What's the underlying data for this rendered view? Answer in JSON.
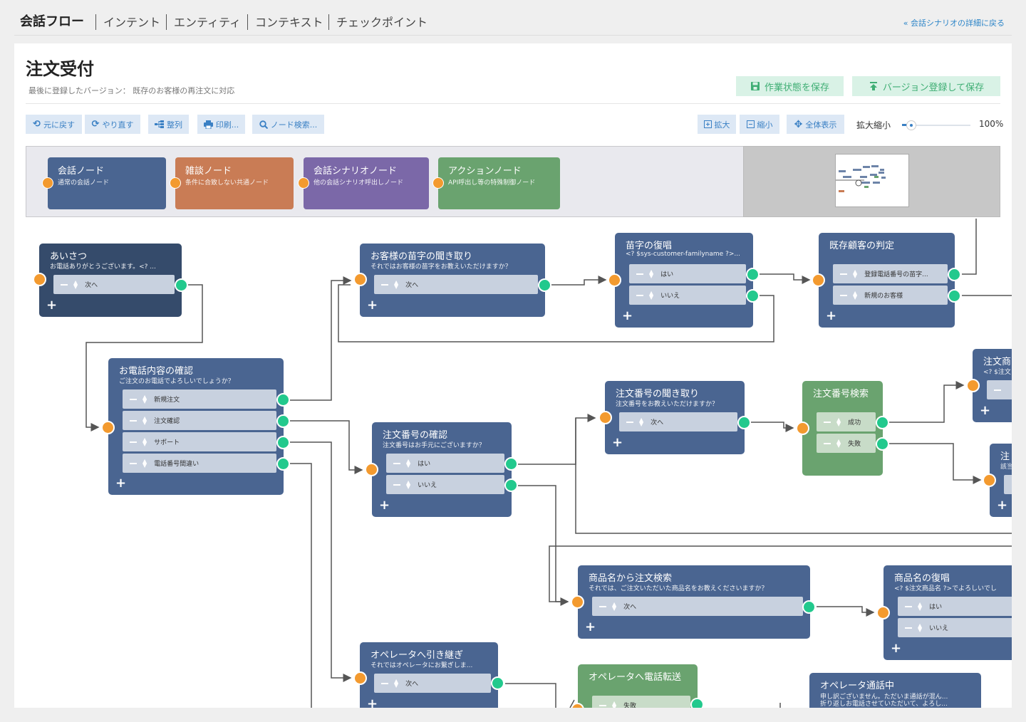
{
  "nav": {
    "tabs": [
      "会話フロー",
      "インテント",
      "エンティティ",
      "コンテキスト",
      "チェックポイント"
    ],
    "back_link": "« 会話シナリオの詳細に戻る"
  },
  "page": {
    "title": "注文受付",
    "subtitle": "最後に登録したバージョン： 既存のお客様の再注文に対応"
  },
  "actions": {
    "save_draft": "作業状態を保存",
    "save_version": "バージョン登録して保存"
  },
  "toolbar": {
    "undo": "元に戻す",
    "redo": "やり直す",
    "align": "整列",
    "print": "印刷...",
    "search": "ノード検索...",
    "zoom_in": "拡大",
    "zoom_out": "縮小",
    "fit": "全体表示",
    "zoom_label": "拡大縮小",
    "zoom_value": "100%",
    "zoom_level": 0.14
  },
  "palette": [
    {
      "title": "会話ノード",
      "desc": "通常の会話ノード",
      "color": "#4a6591"
    },
    {
      "title": "雑談ノード",
      "desc": "条件に合致しない共通ノード",
      "color": "#c97c55"
    },
    {
      "title": "会話シナリオノード",
      "desc": "他の会話シナリオ呼出しノード",
      "color": "#7b68a8"
    },
    {
      "title": "アクションノード",
      "desc": "API呼出し等の特殊制御ノード",
      "color": "#6aa36f"
    }
  ],
  "nodes": {
    "n1": {
      "title": "あいさつ",
      "desc": "お電話ありがとうございます。<? ...",
      "rows": [
        "次へ"
      ]
    },
    "n2": {
      "title": "お電話内容の確認",
      "desc": "ご注文のお電話でよろしいでしょうか？",
      "rows": [
        "新規注文",
        "注文確認",
        "サポート",
        "電話番号間違い"
      ]
    },
    "n3": {
      "title": "お客様の苗字の聞き取り",
      "desc": "それではお客様の苗字をお教えいただけますか？",
      "rows": [
        "次へ"
      ]
    },
    "n4": {
      "title": "苗字の復唱",
      "desc": "<? $sys-customer-familyname ?>...",
      "rows": [
        "はい",
        "いいえ"
      ]
    },
    "n5": {
      "title": "既存顧客の判定",
      "desc": "",
      "rows": [
        "登録電話番号の苗字...",
        "新規のお客様"
      ]
    },
    "n6": {
      "title": "注文番号の確認",
      "desc": "注文番号はお手元にございますか？",
      "rows": [
        "はい",
        "いいえ"
      ]
    },
    "n7": {
      "title": "注文番号の聞き取り",
      "desc": "注文番号をお教えいただけますか？",
      "rows": [
        "次へ"
      ]
    },
    "n8": {
      "title": "注文番号検索",
      "desc": "",
      "rows": [
        "成功",
        "失敗"
      ]
    },
    "n9": {
      "title": "注文商",
      "desc": "<? $注文",
      "rows": [
        ""
      ]
    },
    "n10": {
      "title": "注",
      "desc": "該当",
      "rows": [
        ""
      ]
    },
    "n11": {
      "title": "商品名から注文検索",
      "desc": "それでは、ご注文いただいた商品名をお教えくださいますか？",
      "rows": [
        "次へ"
      ]
    },
    "n12": {
      "title": "商品名の復唱",
      "desc": "<? $注文商品名 ?>でよろしいでし",
      "rows": [
        "はい",
        "いいえ"
      ]
    },
    "n13": {
      "title": "オペレータへ引き継ぎ",
      "desc": "それではオペレータにお繋ぎしま...",
      "rows": [
        "次へ"
      ]
    },
    "n14": {
      "title": "オペレータへ電話転送",
      "desc": "",
      "rows": [
        "失敗"
      ]
    },
    "n15": {
      "title": "オペレータ通話中",
      "desc": "申し訳ございません。ただいま通話が混ん...",
      "desc2": "折り返しお電話させていただいて、よろし...",
      "rows": []
    }
  }
}
